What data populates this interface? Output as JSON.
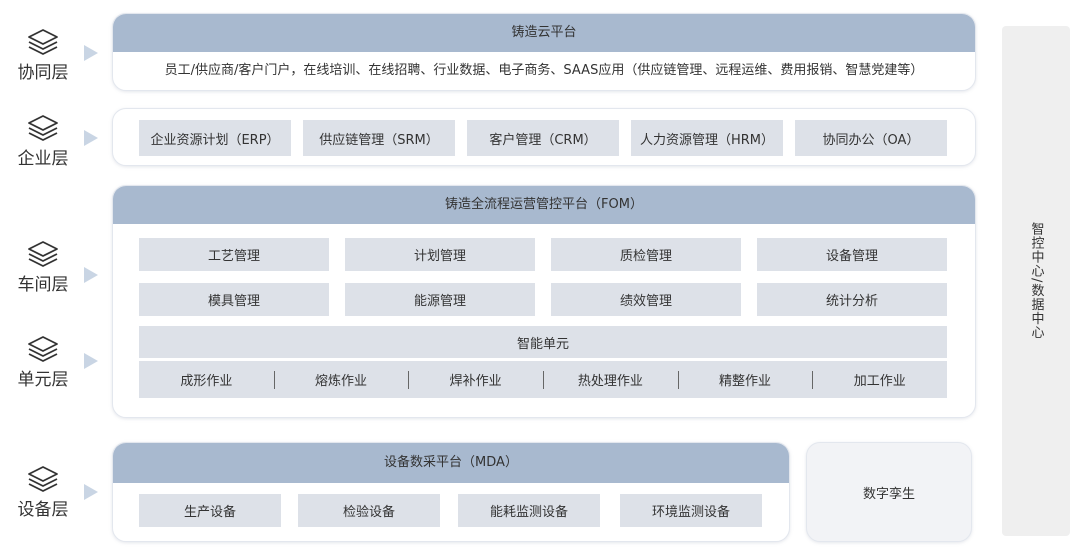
{
  "layers": [
    {
      "id": "collab",
      "label": "协同层"
    },
    {
      "id": "enterprise",
      "label": "企业层"
    },
    {
      "id": "workshop",
      "label": "车间层"
    },
    {
      "id": "unit",
      "label": "单元层"
    },
    {
      "id": "device",
      "label": "设备层"
    }
  ],
  "cloud": {
    "title": "铸造云平台",
    "content": "员工/供应商/客户门户，在线培训、在线招聘、行业数据、电子商务、SAAS应用（供应链管理、远程运维、费用报销、智慧党建等）"
  },
  "enterprise": {
    "items": [
      "企业资源计划（ERP）",
      "供应链管理（SRM）",
      "客户管理（CRM）",
      "人力资源管理（HRM）",
      "协同办公（OA）"
    ]
  },
  "fom": {
    "title": "铸造全流程运营管控平台（FOM）",
    "row1": [
      "工艺管理",
      "计划管理",
      "质检管理",
      "设备管理"
    ],
    "row2": [
      "模具管理",
      "能源管理",
      "绩效管理",
      "统计分析"
    ],
    "unit_title": "智能单元",
    "unit_items": [
      "成形作业",
      "熔炼作业",
      "焊补作业",
      "热处理作业",
      "精整作业",
      "加工作业"
    ]
  },
  "mda": {
    "title": "设备数采平台（MDA）",
    "items": [
      "生产设备",
      "检验设备",
      "能耗监测设备",
      "环境监测设备"
    ]
  },
  "twin": {
    "label": "数字孪生"
  },
  "side": {
    "label": "智控中心/数据中心"
  },
  "colors": {
    "header": "#a8b9cf",
    "box": "#dde1e8",
    "arrow": "#c9d5e4",
    "side": "#efefef"
  },
  "icon": "stacked-layers-icon"
}
